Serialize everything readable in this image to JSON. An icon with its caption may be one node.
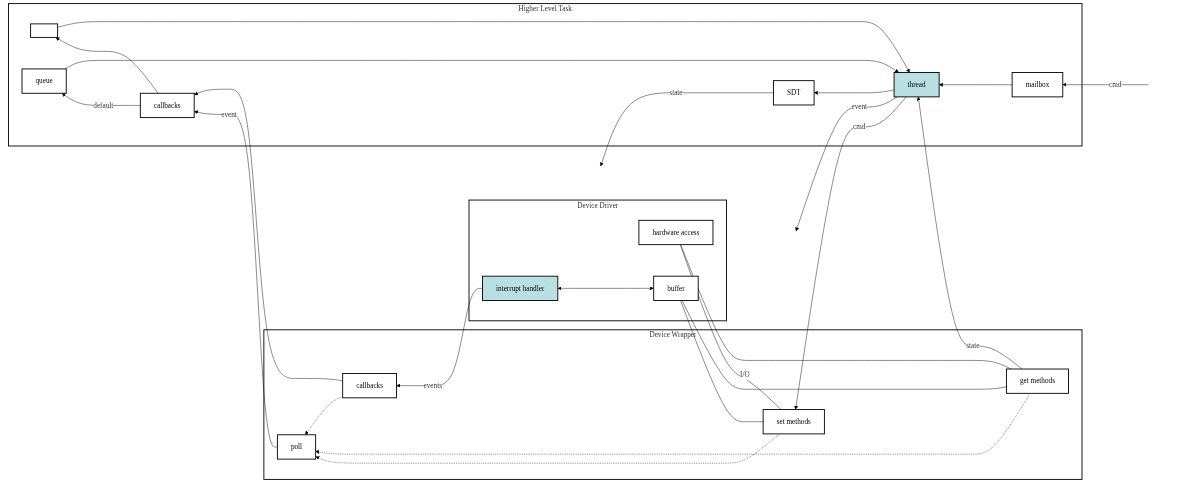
{
  "diagram": {
    "nodes": [
      {
        "text": [
          "Higher Level Task"
        ]
      },
      {
        "text": [
          "mailbox"
        ],
        "in": 0
      },
      {
        "text": [
          "SDT"
        ],
        "in": 0
      },
      {
        "text": [
          "thread"
        ],
        "in": 0
      },
      {
        "text": [],
        "shape": "box",
        "in": 0
      },
      {
        "text": [
          "callbacks"
        ],
        "in": 0
      },
      {
        "text": [
          "queue"
        ],
        "in": 0
      },
      {
        "text": [
          "Device Wrapper"
        ]
      },
      {
        "text": [
          "set methods"
        ],
        "in": 7
      },
      {
        "text": [
          "get methods"
        ],
        "in": 7
      },
      {
        "text": [
          "poll"
        ],
        "in": 7
      },
      {
        "text": [
          "callbacks"
        ],
        "in": 7
      },
      {
        "text": [
          "Device Driver"
        ]
      },
      {
        "text": [
          "hardware access"
        ],
        "in": 12
      },
      {
        "text": [
          "buffer"
        ],
        "in": 12
      },
      {
        "text": [
          "interrupt handler"
        ],
        "in": 12
      }
    ],
    "edges": [
      {
        "from": null,
        "to": 1,
        "arrow": "to",
        "label": "cmd"
      },
      {
        "from": 2,
        "to": null,
        "arrow": "to",
        "label": "state"
      },
      {
        "from": 3,
        "to": null,
        "arrow": "to",
        "label": "event"
      },
      {
        "from": 1,
        "to": 3,
        "arrow": "to"
      },
      {
        "from": 3,
        "to": 2,
        "arrow": "to"
      },
      {
        "from": 3,
        "to": 8,
        "arrow": "to",
        "label": "cmd"
      },
      {
        "from": 9,
        "to": 3,
        "arrow": "to",
        "label": "state"
      },
      {
        "from": 10,
        "to": 5,
        "arrow": "to",
        "label": "event"
      },
      {
        "from": 11,
        "to": 5,
        "arrow": "to"
      },
      {
        "from": 5,
        "to": 4,
        "arrow": "to"
      },
      {
        "from": 4,
        "to": 3,
        "arrow": "to"
      },
      {
        "from": 5,
        "to": 6,
        "arrow": "to",
        "label": "default"
      },
      {
        "from": 6,
        "to": 3,
        "arrow": "to"
      },
      {
        "from": 8,
        "to": 10,
        "arrow": "to",
        "style": "dashed"
      },
      {
        "from": 9,
        "to": 10,
        "arrow": "to",
        "style": "dashed"
      },
      {
        "from": 11,
        "to": 10,
        "arrow": "to",
        "style": "dashed"
      },
      {
        "from": 8,
        "to": 13,
        "arrow": "none",
        "label": "I/O"
      },
      {
        "from": 8,
        "to": 14,
        "arrow": "none"
      },
      {
        "from": 9,
        "to": 13,
        "arrow": "none"
      },
      {
        "from": 9,
        "to": 14,
        "arrow": "none"
      },
      {
        "from": 14,
        "to": 15,
        "arrow": "both"
      },
      {
        "from": 15,
        "to": 11,
        "arrow": "to",
        "label": "events"
      }
    ]
  }
}
